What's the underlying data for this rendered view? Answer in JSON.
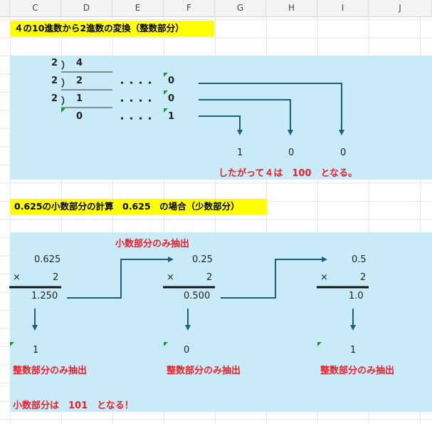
{
  "columns": [
    "C",
    "D",
    "E",
    "F",
    "G",
    "H",
    "I",
    "J"
  ],
  "section1": {
    "title": "４の10進数から2進数の変換（整数部分）",
    "rows": [
      {
        "divisor": "2",
        "paren": "）",
        "quotient": "4",
        "dots": "",
        "rem": ""
      },
      {
        "divisor": "2",
        "paren": "）",
        "quotient": "2",
        "dots": "・・・・",
        "rem": "0"
      },
      {
        "divisor": "2",
        "paren": "）",
        "quotient": "1",
        "dots": "・・・・",
        "rem": "0"
      },
      {
        "divisor": "",
        "paren": "",
        "quotient": "0",
        "dots": "・・・・",
        "rem": "1"
      }
    ],
    "result_digits": [
      "1",
      "0",
      "0"
    ],
    "result_text": "したがって４は　100　となる。"
  },
  "section2": {
    "title": "0.625の小数部分の計算　0.625　の場合（少数部分）",
    "extract_label_top": "小数部分のみ抽出",
    "steps": [
      {
        "value": "0.625",
        "times": "×",
        "mult": "2",
        "product": "1.250",
        "int": "1",
        "label": "整数部分のみ抽出"
      },
      {
        "value": "0.25",
        "times": "×",
        "mult": "2",
        "product": "0.500",
        "int": "0",
        "label": "整数部分のみ抽出"
      },
      {
        "value": "0.5",
        "times": "×",
        "mult": "2",
        "product": "1.0",
        "int": "1",
        "label": "整数部分のみ抽出"
      }
    ],
    "result_text": "小数部分は　101　となる！"
  }
}
